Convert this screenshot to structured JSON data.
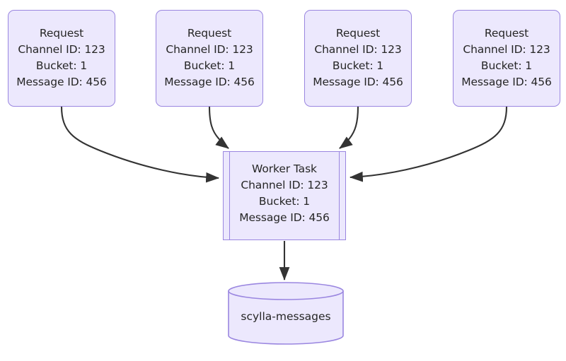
{
  "diagram": {
    "type": "flowchart",
    "background_color": "#ffffff",
    "node_fill_color": "#ece8fd",
    "node_border_color": "#9a86e0",
    "edge_color": "#333333",
    "text_color": "#262626",
    "requests": [
      {
        "id": "request-1",
        "title": "Request",
        "channel": "Channel ID: 123",
        "bucket": "Bucket: 1",
        "message": "Message ID: 456"
      },
      {
        "id": "request-2",
        "title": "Request",
        "channel": "Channel ID: 123",
        "bucket": "Bucket: 1",
        "message": "Message ID: 456"
      },
      {
        "id": "request-3",
        "title": "Request",
        "channel": "Channel ID: 123",
        "bucket": "Bucket: 1",
        "message": "Message ID: 456"
      },
      {
        "id": "request-4",
        "title": "Request",
        "channel": "Channel ID: 123",
        "bucket": "Bucket: 1",
        "message": "Message ID: 456"
      }
    ],
    "worker": {
      "id": "worker-task",
      "title": "Worker Task",
      "channel": "Channel ID: 123",
      "bucket": "Bucket: 1",
      "message": "Message ID: 456"
    },
    "datastore": {
      "id": "scylla-messages",
      "label": "scylla-messages",
      "shape": "cylinder"
    },
    "edges": [
      {
        "from": "request-1",
        "to": "worker-task"
      },
      {
        "from": "request-2",
        "to": "worker-task"
      },
      {
        "from": "request-3",
        "to": "worker-task"
      },
      {
        "from": "request-4",
        "to": "worker-task"
      },
      {
        "from": "worker-task",
        "to": "scylla-messages"
      }
    ]
  }
}
